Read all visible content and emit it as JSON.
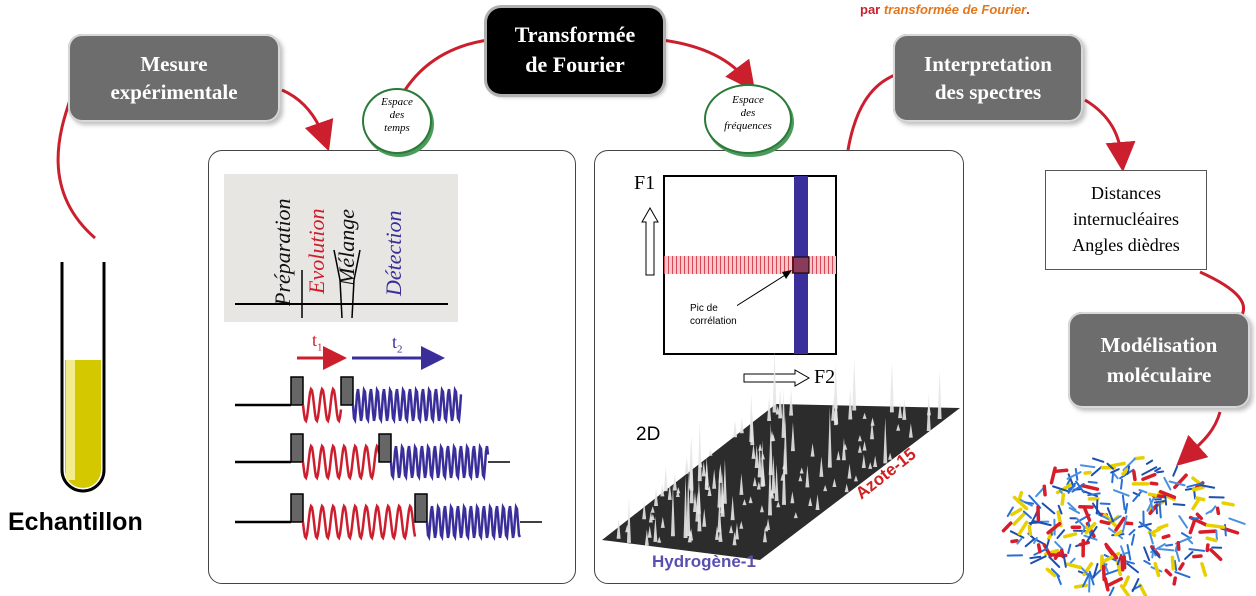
{
  "header_note": {
    "prefix": "par ",
    "emph": "transformée de Fourier",
    "suffix": "."
  },
  "steps": {
    "mesure": [
      "Mesure",
      "expérimentale"
    ],
    "fourier": [
      "Transformée",
      "de Fourier"
    ],
    "interpretation": [
      "Interpretation",
      "des spectres"
    ],
    "modelisation": [
      "Modélisation",
      "moléculaire"
    ]
  },
  "ovals": {
    "temps": [
      "Espace",
      "des",
      "temps"
    ],
    "frequences": [
      "Espace",
      "des",
      "fréquences"
    ]
  },
  "sample_label": "Echantillon",
  "pulse_sequence": {
    "phases": [
      "Préparation",
      "Evolution",
      "Mélange",
      "Détection"
    ],
    "t1": "t1",
    "t2": "t2"
  },
  "spectrum": {
    "f1": "F1",
    "f2": "F2",
    "peak_label": [
      "Pic de",
      "corrélation"
    ],
    "dim_label": "2D",
    "axis_h": "Hydrogène-1",
    "axis_n": "Azote-15"
  },
  "results": [
    "Distances",
    "internucléaires",
    "Angles dièdres"
  ],
  "colors": {
    "red": "#cc1f2e",
    "blue": "#3a2f9a",
    "grey_box": "#6d6d6d",
    "green": "#2a7a3a",
    "sample": "#d4c800"
  }
}
